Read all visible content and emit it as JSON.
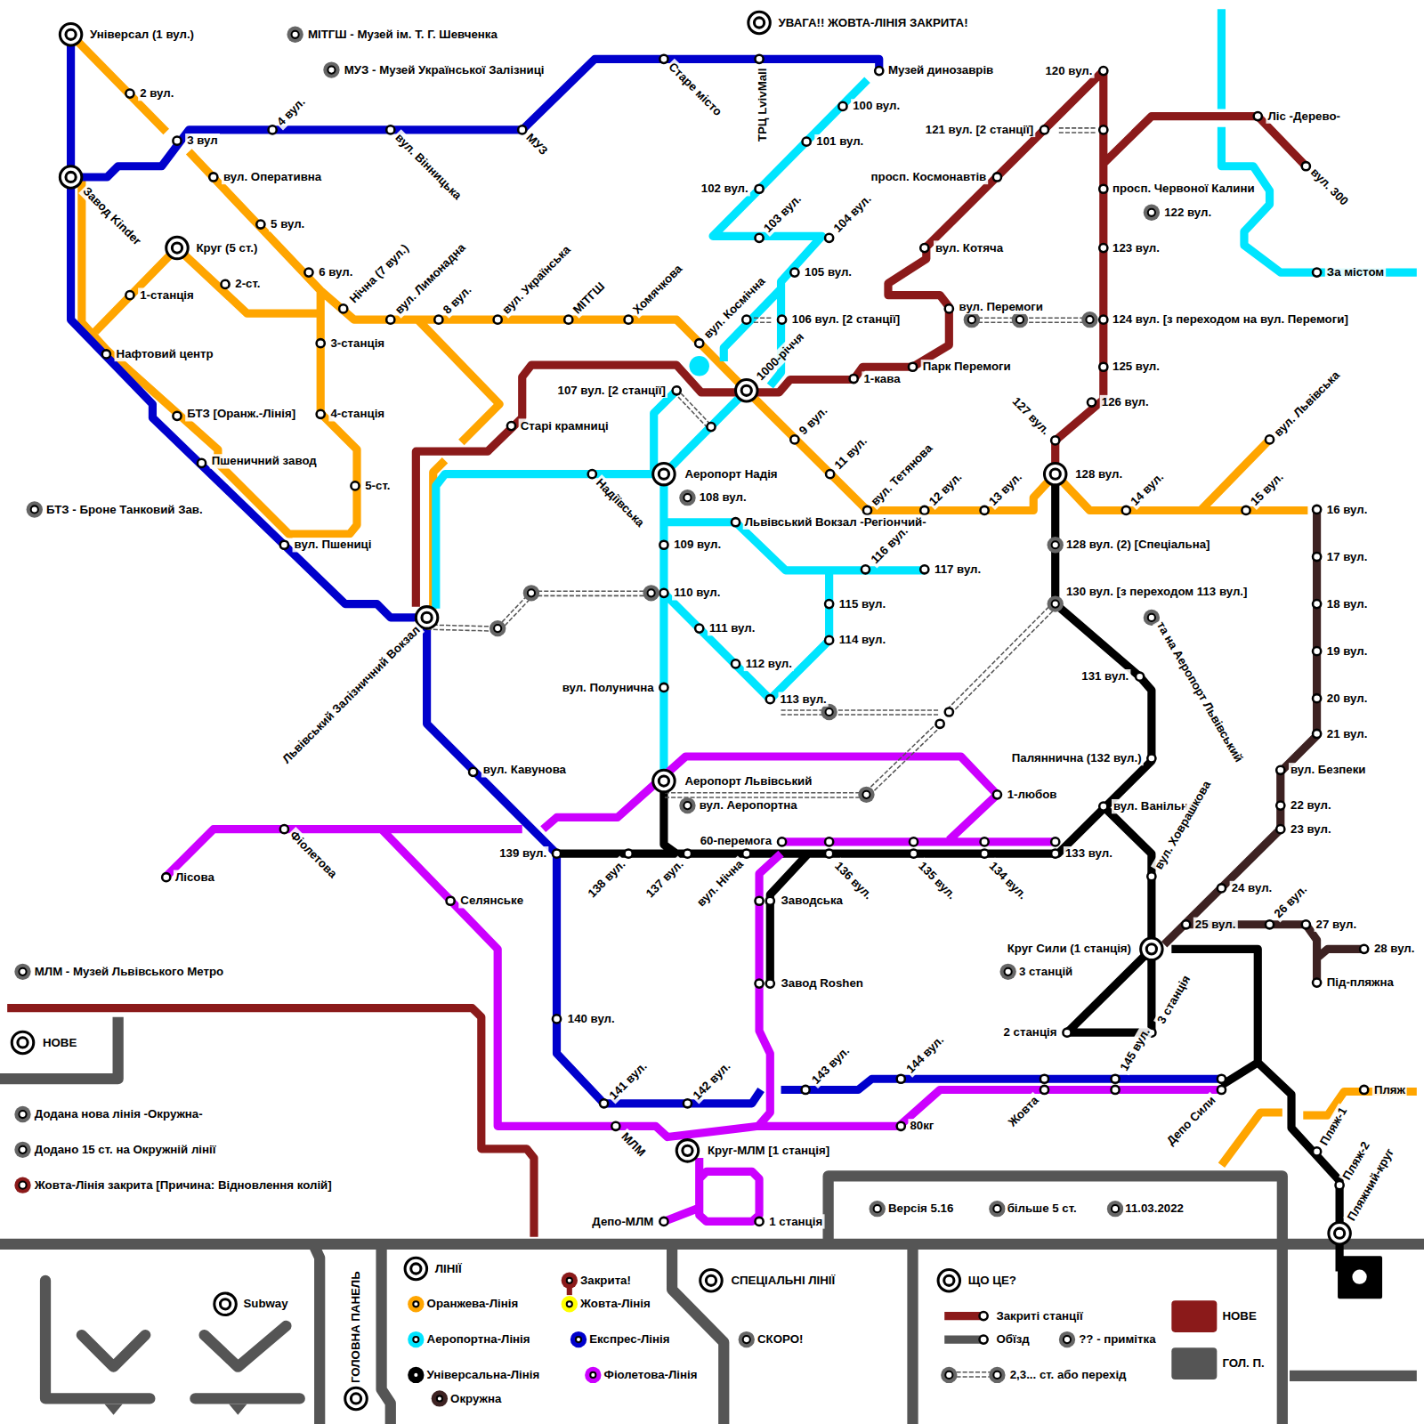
{
  "diagram": {
    "labels": [
      "УВАГА!! ЖОВТА-ЛІНІЯ ЗАКРИТА!",
      "МІТГШ - Музей ім. Т. Г. Шевченка",
      "МУЗ - Музей Української Залізниці",
      "Універсал (1 вул.)",
      "2 вул.",
      "3 вул",
      "4 вул.",
      "вул. Вінницька",
      "МУЗ",
      "Старе місто",
      "ТРЦ LvivMall",
      "Музей динозаврів",
      "Завод Kinder",
      "вул. Оперативна",
      "5 вул.",
      "Круг (5 ст.)",
      "6 вул.",
      "Нічна (7 вул.)",
      "1-станція",
      "2-ст.",
      "3-станція",
      "4-станція",
      "5-ст.",
      "Нафтовий центр",
      "БТЗ [Оранж.-Лінія]",
      "Пшеничний завод",
      "вул. Пшениці",
      "БТЗ - Броне Танковий Зав.",
      "вул. Лимонадна",
      "8 вул.",
      "вул. Українська",
      "МІТГШ",
      "Хомячкова",
      "вул. Космічна",
      "1000-річчя",
      "Старі крамниці",
      "107 вул. [2 станції]",
      "Аеропорт Надія",
      "108 вул.",
      "Надіївська",
      "Львівський Вокзал -Регіонний-",
      "109 вул.",
      "110 вул.",
      "111 вул.",
      "112 вул.",
      "113 вул.",
      "114 вул.",
      "115 вул.",
      "116 вул.",
      "117 вул.",
      "вул. Полунична",
      "Аеропорт Львівський",
      "вул. Аеропортна",
      "Львівський Залізничний Вокзал",
      "вул. Кавунова",
      "100 вул.",
      "101 вул.",
      "102 вул.",
      "103 вул.",
      "104 вул.",
      "105 вул.",
      "106 вул. [2 станції]",
      "9 вул.",
      "11 вул.",
      "вул. Тетянова",
      "12 вул.",
      "13 вул.",
      "14 вул.",
      "15 вул.",
      "вул. Львівська",
      "16 вул.",
      "17 вул.",
      "18 вул.",
      "19 вул.",
      "20 вул.",
      "21 вул.",
      "вул. Безпеки",
      "22 вул.",
      "23 вул.",
      "24 вул.",
      "25 вул.",
      "26 вул.",
      "27 вул.",
      "28 вул.",
      "Під-пляжна",
      "Пляж",
      "Пляж-1",
      "Пляж-2",
      "Пляжний-круг",
      "1-кава",
      "Парк Перемоги",
      "вул. Перемоги",
      "вул. Котяча",
      "просп. Космонавтів",
      "121 вул. [2 станції]",
      "120 вул.",
      "просп. Червоної Калини",
      "122 вул.",
      "123 вул.",
      "124 вул. [з переходом на вул. Перемоги]",
      "125 вул.",
      "126 вул.",
      "127 вул.",
      "128 вул.",
      "128 вул. (2) [Спеціальна]",
      "130 вул. [з переходом 113 вул.]",
      "Ліс -Дерево-",
      "вул. 300",
      "За містом",
      "131 вул.",
      "та на Аеропорт Львівський",
      "Паляннична (132 вул.)",
      "вул. Ванільна",
      "вул. Ховрашкова",
      "1-любов",
      "133 вул.",
      "134 вул.",
      "135 вул.",
      "136 вул.",
      "60-перемога",
      "вул. Нічна",
      "137 вул.",
      "138 вул.",
      "139 вул.",
      "Заводська",
      "Завод Roshen",
      "Круг Сили (1 станція)",
      "3 станцій",
      "2 станція",
      "3 станція",
      "143 вул.",
      "144 вул.",
      "145 вул.",
      "Жовта",
      "Депо Сили",
      "80кг",
      "МЛМ",
      "Круг-МЛМ [1 станція]",
      "Депо-МЛМ",
      "1 станція",
      "140 вул.",
      "141 вул.",
      "142 вул.",
      "Фіолетова",
      "Лісова",
      "Селянське",
      "МЛМ - Музей Львівського Метро",
      "НОВЕ",
      "Додана нова лінія -Окружна-",
      "Додано 15 ст. на Окружній лінії",
      "Жовта-Лінія закрита [Причина: Відновлення колій]",
      "Версія 5.16",
      "більше 5 ст.",
      "11.03.2022",
      "Subway",
      "ГОЛОВНА ПАНЕЛЬ",
      "ЛІНІЇ",
      "СПЕЦІАЛЬНІ ЛІНІЇ",
      "СКОРО!",
      "ЩО ЦЕ?"
    ],
    "legend": [
      {
        "text": "Оранжева-Лінія",
        "color": "#ffa500"
      },
      {
        "text": "Аеропортна-Лінія",
        "color": "#00e5ff"
      },
      {
        "text": "Універсальна-Лінія",
        "color": "#000000"
      },
      {
        "text": "Окружна",
        "color": "#3d2222"
      },
      {
        "text": "Закрита!",
        "color": "#8b1a1a"
      },
      {
        "text": "Жовта-Лінія",
        "color": "#ffff00"
      },
      {
        "text": "Експрес-Лінія",
        "color": "#0000cc"
      },
      {
        "text": "Фіолетова-Лінія",
        "color": "#cc00ff"
      },
      {
        "text": "Закриті станції"
      },
      {
        "text": "Обїзд"
      },
      {
        "text": "?? - примітка"
      },
      {
        "text": "2,3... ст. або перехід"
      },
      {
        "text": "НОВЕ",
        "color": "#8b1a1a"
      },
      {
        "text": "ГОЛ. П.",
        "color": "#555555"
      }
    ]
  }
}
